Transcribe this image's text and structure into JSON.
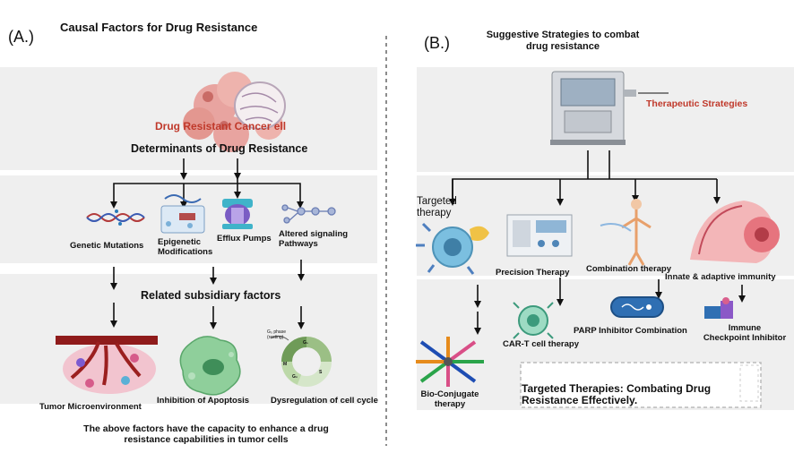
{
  "left": {
    "label": "(A.)",
    "title": "Causal Factors for Drug Resistance",
    "cancer_cell_label": "Drug Resistant Cancer ell",
    "determinants": "Determinants of Drug Resistance",
    "causes": [
      "Genetic Mutations",
      "Epigenetic\nModifications",
      "Efflux Pumps",
      "Altered signaling\nPathways"
    ],
    "subsidiary": "Related subsidiary factors",
    "consequences": [
      "Tumor Microenvironment",
      "Inhibition of Apoptosis",
      "Dysregulation of cell cycle"
    ],
    "conclusion": "The above factors have the capacity to enhance a drug\nresistance capabilities in tumor cells",
    "cell_cycle_labels": [
      "G₀ phase\n(resting)",
      "G₁",
      "S",
      "G₂",
      "M"
    ]
  },
  "right": {
    "label": "(B.)",
    "title": "Suggestive Strategies to combat\ndrug resistance",
    "machine_label": "Therapeutic Strategies",
    "strategies": [
      "Targeted\ntherapy",
      "Precision Therapy",
      "Combination therapy",
      "Innate & adaptive immunity"
    ],
    "sub_strategies": [
      "Bio-Conjugate\ntherapy",
      "CAR-T cell therapy",
      "PARP Inhibitor Combination",
      "Immune\nCheckpoint Inhibitor"
    ],
    "summary": "Targeted Therapies: Combating Drug\nResistance Effectively."
  },
  "colors": {
    "cancer_label": "#c0392b",
    "therapeutic_label": "#c0392b",
    "band": "#efefef",
    "divider": "#666666"
  }
}
